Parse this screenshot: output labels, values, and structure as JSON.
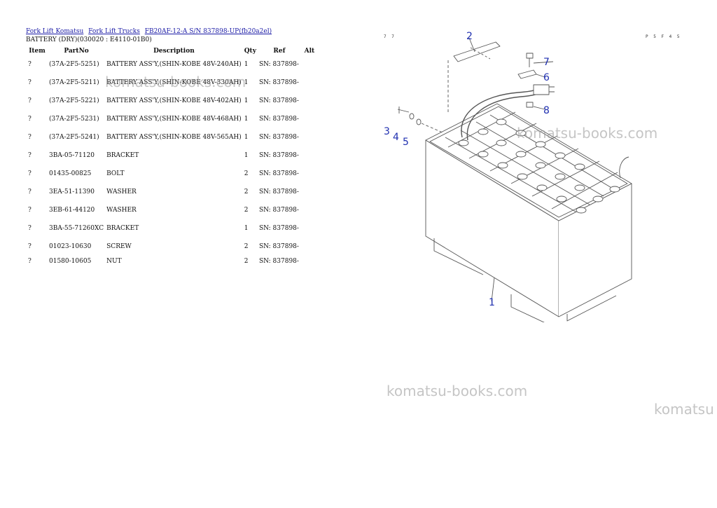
{
  "breadcrumb": {
    "links": [
      "Fork Lift Komatsu",
      "Fork Lift Trucks",
      "FB20AF-12-A S/N 837898-UP(fb20a2el)"
    ]
  },
  "subtitle": "BATTERY (DRY)(030020 : E4110-01B0)",
  "table": {
    "headers": [
      "Item",
      "PartNo",
      "Description",
      "Qty",
      "Ref",
      "Alt"
    ],
    "rows": [
      {
        "item": "?",
        "part": "(37A-2F5-5251)",
        "desc": "BATTERY ASS'Y,(SHIN-KOBE 48V-240AH)",
        "qty": "1",
        "ref": "SN: 837898-",
        "alt": ""
      },
      {
        "item": "?",
        "part": "(37A-2F5-5211)",
        "desc": "BATTERY ASS'Y,(SHIN-KOBE 48V-330AH)",
        "qty": "1",
        "ref": "SN: 837898-",
        "alt": ""
      },
      {
        "item": "?",
        "part": "(37A-2F5-5221)",
        "desc": "BATTERY ASS'Y,(SHIN-KOBE 48V-402AH)",
        "qty": "1",
        "ref": "SN: 837898-",
        "alt": ""
      },
      {
        "item": "?",
        "part": "(37A-2F5-5231)",
        "desc": "BATTERY ASS'Y,(SHIN-KOBE 48V-468AH)",
        "qty": "1",
        "ref": "SN: 837898-",
        "alt": ""
      },
      {
        "item": "?",
        "part": "(37A-2F5-5241)",
        "desc": "BATTERY ASS'Y,(SHIN-KOBE 48V-565AH)",
        "qty": "1",
        "ref": "SN: 837898-",
        "alt": ""
      },
      {
        "item": "?",
        "part": "3BA-05-71120",
        "desc": "BRACKET",
        "qty": "1",
        "ref": "SN: 837898-",
        "alt": ""
      },
      {
        "item": "?",
        "part": "01435-00825",
        "desc": "BOLT",
        "qty": "2",
        "ref": "SN: 837898-",
        "alt": ""
      },
      {
        "item": "?",
        "part": "3EA-51-11390",
        "desc": "WASHER",
        "qty": "2",
        "ref": "SN: 837898-",
        "alt": ""
      },
      {
        "item": "?",
        "part": "3EB-61-44120",
        "desc": "WASHER",
        "qty": "2",
        "ref": "SN: 837898-",
        "alt": ""
      },
      {
        "item": "?",
        "part": "3BA-55-71260XC",
        "desc": "BRACKET",
        "qty": "1",
        "ref": "SN: 837898-",
        "alt": ""
      },
      {
        "item": "?",
        "part": "01023-10630",
        "desc": "SCREW",
        "qty": "2",
        "ref": "SN: 837898-",
        "alt": ""
      },
      {
        "item": "?",
        "part": "01580-10605",
        "desc": "NUT",
        "qty": "2",
        "ref": "SN: 837898-",
        "alt": ""
      }
    ]
  },
  "diagram": {
    "corner_left": "7 7",
    "corner_right": "P 5 F 4 5",
    "callouts": [
      "1",
      "2",
      "3",
      "4",
      "5",
      "6",
      "7",
      "8"
    ]
  },
  "watermark": [
    "komatsu-books.com",
    "komatsu-books.com",
    "komatsu-books.com",
    "komatsu"
  ]
}
